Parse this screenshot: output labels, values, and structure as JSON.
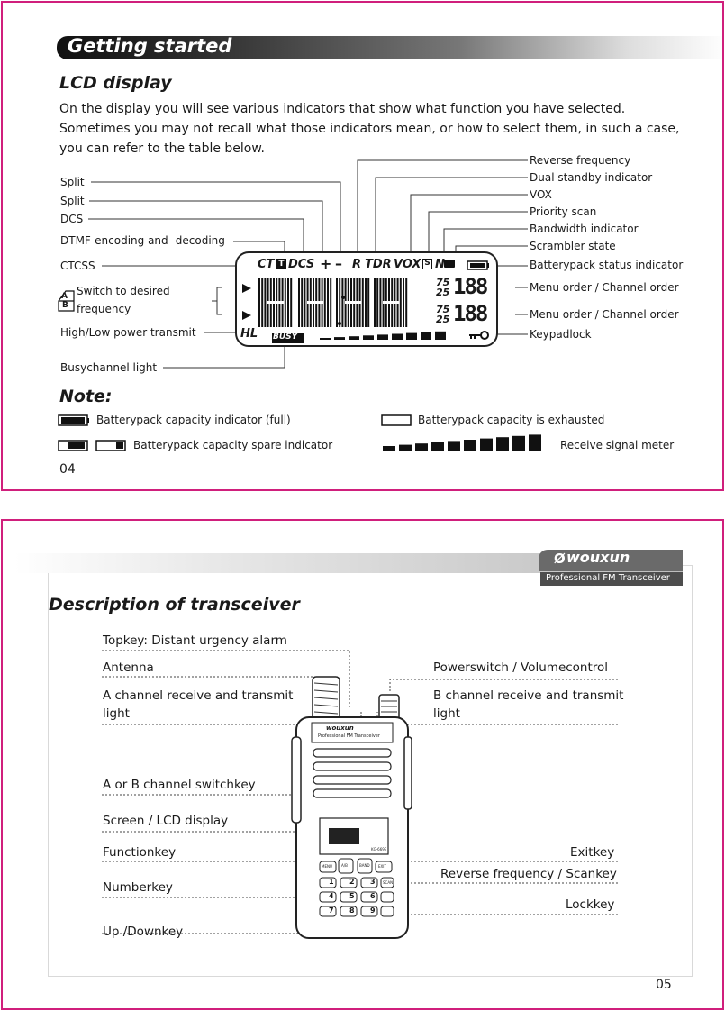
{
  "page1": {
    "banner": "Getting started",
    "section_title": "LCD display",
    "intro": "On the display you will see various indicators that show what function you have selected. Sometimes you may not recall what those indicators mean, or how to select them, in such a case, you can refer to the table below.",
    "left_labels": {
      "split1": "Split",
      "split2": "Split",
      "dcs": "DCS",
      "dtmf": "DTMF-encoding and -decoding",
      "ctcss": "CTCSS",
      "switch_line1": "Switch to desired",
      "switch_line2": "frequency",
      "ab_badge_top": "A",
      "ab_badge_bottom": "B",
      "power": "High/Low power transmit",
      "busy": "Busychannel light"
    },
    "right_labels": {
      "reverse": "Reverse frequency",
      "dual": "Dual standby indicator",
      "vox": "VOX",
      "priority": "Priority scan",
      "bandwidth": "Bandwidth indicator",
      "scrambler": "Scrambler state",
      "battery": "Batterypack status indicator",
      "menu1": "Menu order / Channel order",
      "menu2": "Menu order / Channel order",
      "keypad": "Keypadlock"
    },
    "lcd": {
      "icon_ct": "CT",
      "icon_t": "T",
      "icon_dcs": "DCS",
      "icon_plus": "+",
      "icon_minus": "–",
      "icon_r": "R",
      "icon_tdr": "TDR",
      "icon_vox": "VOX",
      "icon_s": "S",
      "icon_n": "N",
      "hl": "HL",
      "busy": "BUSY",
      "num75a": "75",
      "num25a": "25",
      "num75b": "75",
      "num25b": "25",
      "ch1": "188",
      "ch2": "188"
    },
    "note": {
      "title": "Note:",
      "full": "Batterypack capacity indicator (full)",
      "exhausted": "Batterypack capacity is exhausted",
      "spare": "Batterypack capacity spare indicator",
      "signal": "Receive signal meter"
    },
    "page_number": "04"
  },
  "page2": {
    "brand": "wouxun",
    "brand_sub": "Professional FM Transceiver",
    "section_title": "Description of transceiver",
    "left": {
      "topkey": "Topkey: Distant urgency alarm",
      "antenna": "Antenna",
      "a_light_1": "A channel receive and transmit",
      "a_light_2": "light",
      "ab_switch": "A or B channel switchkey",
      "screen": "Screen / LCD display",
      "function": "Functionkey",
      "number": "Numberkey",
      "updown": "Up /Downkey"
    },
    "right": {
      "power": "Powerswitch / Volumecontrol",
      "b_light_1": "B channel receive and transmit",
      "b_light_2": "light",
      "exit": "Exitkey",
      "reverse": "Reverse frequency / Scankey",
      "lock": "Lockkey"
    },
    "radio": {
      "brand": "wouxun",
      "sub": "Professional FM Transceiver",
      "model": "KG-669E",
      "menu": "MENU",
      "a_b": "A/B",
      "band": "BAND",
      "exit": "EXIT",
      "scan": "SCAN",
      "k1": "1",
      "k2": "2",
      "k3": "3",
      "k4": "4",
      "k5": "5",
      "k6": "6",
      "k7": "7",
      "k8": "8",
      "k9": "9"
    },
    "page_number": "05"
  }
}
